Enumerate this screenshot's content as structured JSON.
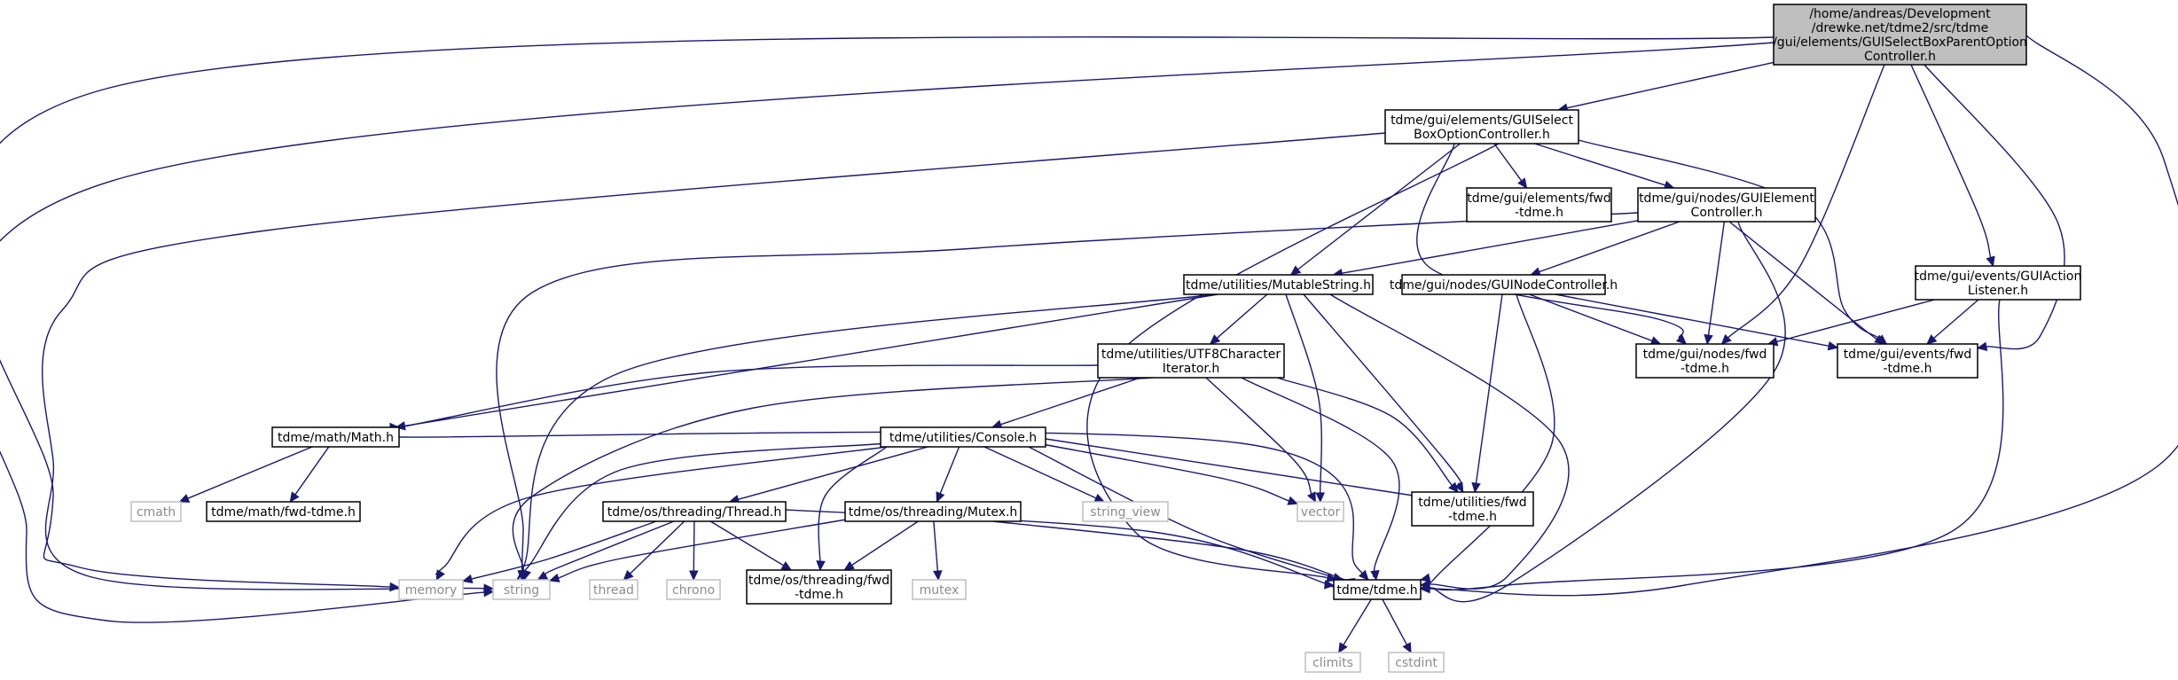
{
  "diagram": {
    "title": "",
    "colors": {
      "edge": "#191970",
      "root_fill": "#bfbfbf",
      "box_stroke": "#000000",
      "system_stroke": "#bfbfbf",
      "system_text": "#8c8c8c"
    },
    "nodes": [
      {
        "id": "root",
        "kind": "root",
        "lines": [
          "/home/andreas/Development",
          "/drewke.net/tdme2/src/tdme",
          "/gui/elements/GUISelectBoxParentOption",
          "Controller.h"
        ]
      },
      {
        "id": "optionctrl",
        "kind": "header",
        "lines": [
          "tdme/gui/elements/GUISelect",
          "BoxOptionController.h"
        ]
      },
      {
        "id": "elementsfwd",
        "kind": "header",
        "lines": [
          "tdme/gui/elements/fwd",
          "-tdme.h"
        ]
      },
      {
        "id": "elementctrl",
        "kind": "header",
        "lines": [
          "tdme/gui/nodes/GUIElement",
          "Controller.h"
        ]
      },
      {
        "id": "actionlistener",
        "kind": "header",
        "lines": [
          "tdme/gui/events/GUIAction",
          "Listener.h"
        ]
      },
      {
        "id": "mutablestring",
        "kind": "header",
        "lines": [
          "tdme/utilities/MutableString.h"
        ]
      },
      {
        "id": "nodectrl",
        "kind": "header",
        "lines": [
          "tdme/gui/nodes/GUINodeController.h"
        ]
      },
      {
        "id": "nodesfwd",
        "kind": "header",
        "lines": [
          "tdme/gui/nodes/fwd",
          "-tdme.h"
        ]
      },
      {
        "id": "eventsfwd",
        "kind": "header",
        "lines": [
          "tdme/gui/events/fwd",
          "-tdme.h"
        ]
      },
      {
        "id": "utf8",
        "kind": "header",
        "lines": [
          "tdme/utilities/UTF8Character",
          "Iterator.h"
        ]
      },
      {
        "id": "math",
        "kind": "header",
        "lines": [
          "tdme/math/Math.h"
        ]
      },
      {
        "id": "console",
        "kind": "header",
        "lines": [
          "tdme/utilities/Console.h"
        ]
      },
      {
        "id": "cmath",
        "kind": "system",
        "lines": [
          "cmath"
        ]
      },
      {
        "id": "mathfwd",
        "kind": "header",
        "lines": [
          "tdme/math/fwd-tdme.h"
        ]
      },
      {
        "id": "thread",
        "kind": "header",
        "lines": [
          "tdme/os/threading/Thread.h"
        ]
      },
      {
        "id": "mutexh",
        "kind": "header",
        "lines": [
          "tdme/os/threading/Mutex.h"
        ]
      },
      {
        "id": "string_view",
        "kind": "system",
        "lines": [
          "string_view"
        ]
      },
      {
        "id": "vector",
        "kind": "system",
        "lines": [
          "vector"
        ]
      },
      {
        "id": "utilfwd",
        "kind": "header",
        "lines": [
          "tdme/utilities/fwd",
          "-tdme.h"
        ]
      },
      {
        "id": "memory",
        "kind": "system",
        "lines": [
          "memory"
        ]
      },
      {
        "id": "string",
        "kind": "system",
        "lines": [
          "string"
        ]
      },
      {
        "id": "threadsys",
        "kind": "system",
        "lines": [
          "thread"
        ]
      },
      {
        "id": "chrono",
        "kind": "system",
        "lines": [
          "chrono"
        ]
      },
      {
        "id": "threadingfwd",
        "kind": "header",
        "lines": [
          "tdme/os/threading/fwd",
          "-tdme.h"
        ]
      },
      {
        "id": "mutexsys",
        "kind": "system",
        "lines": [
          "mutex"
        ]
      },
      {
        "id": "tdme",
        "kind": "header",
        "lines": [
          "tdme/tdme.h"
        ]
      },
      {
        "id": "climits",
        "kind": "system",
        "lines": [
          "climits"
        ]
      },
      {
        "id": "cstdint",
        "kind": "system",
        "lines": [
          "cstdint"
        ]
      }
    ],
    "edges": [
      [
        "root",
        "optionctrl"
      ],
      [
        "root",
        "memory"
      ],
      [
        "root",
        "string"
      ],
      [
        "root",
        "nodesfwd"
      ],
      [
        "root",
        "actionlistener"
      ],
      [
        "root",
        "eventsfwd"
      ],
      [
        "root",
        "tdme"
      ],
      [
        "optionctrl",
        "elementsfwd"
      ],
      [
        "optionctrl",
        "elementctrl"
      ],
      [
        "optionctrl",
        "mutablestring"
      ],
      [
        "optionctrl",
        "nodesfwd"
      ],
      [
        "optionctrl",
        "eventsfwd"
      ],
      [
        "optionctrl",
        "string"
      ],
      [
        "optionctrl",
        "tdme"
      ],
      [
        "elementctrl",
        "mutablestring"
      ],
      [
        "elementctrl",
        "nodectrl"
      ],
      [
        "elementctrl",
        "nodesfwd"
      ],
      [
        "elementctrl",
        "eventsfwd"
      ],
      [
        "elementctrl",
        "string"
      ],
      [
        "elementctrl",
        "tdme"
      ],
      [
        "actionlistener",
        "nodesfwd"
      ],
      [
        "actionlistener",
        "eventsfwd"
      ],
      [
        "actionlistener",
        "tdme"
      ],
      [
        "mutablestring",
        "utf8"
      ],
      [
        "mutablestring",
        "math"
      ],
      [
        "mutablestring",
        "vector"
      ],
      [
        "mutablestring",
        "utilfwd"
      ],
      [
        "mutablestring",
        "string"
      ],
      [
        "mutablestring",
        "tdme"
      ],
      [
        "nodectrl",
        "nodesfwd"
      ],
      [
        "nodectrl",
        "eventsfwd"
      ],
      [
        "nodectrl",
        "utilfwd"
      ],
      [
        "nodectrl",
        "tdme"
      ],
      [
        "utf8",
        "math"
      ],
      [
        "utf8",
        "console"
      ],
      [
        "utf8",
        "vector"
      ],
      [
        "utf8",
        "utilfwd"
      ],
      [
        "utf8",
        "string"
      ],
      [
        "utf8",
        "tdme"
      ],
      [
        "math",
        "cmath"
      ],
      [
        "math",
        "mathfwd"
      ],
      [
        "math",
        "tdme"
      ],
      [
        "console",
        "thread"
      ],
      [
        "console",
        "mutexh"
      ],
      [
        "console",
        "string_view"
      ],
      [
        "console",
        "vector"
      ],
      [
        "console",
        "utilfwd"
      ],
      [
        "console",
        "memory"
      ],
      [
        "console",
        "string"
      ],
      [
        "console",
        "threadingfwd"
      ],
      [
        "console",
        "tdme"
      ],
      [
        "thread",
        "memory"
      ],
      [
        "thread",
        "string"
      ],
      [
        "thread",
        "threadsys"
      ],
      [
        "thread",
        "chrono"
      ],
      [
        "thread",
        "threadingfwd"
      ],
      [
        "thread",
        "tdme"
      ],
      [
        "mutexh",
        "string"
      ],
      [
        "mutexh",
        "mutexsys"
      ],
      [
        "mutexh",
        "threadingfwd"
      ],
      [
        "mutexh",
        "tdme"
      ],
      [
        "tdme",
        "climits"
      ],
      [
        "tdme",
        "cstdint"
      ]
    ]
  }
}
